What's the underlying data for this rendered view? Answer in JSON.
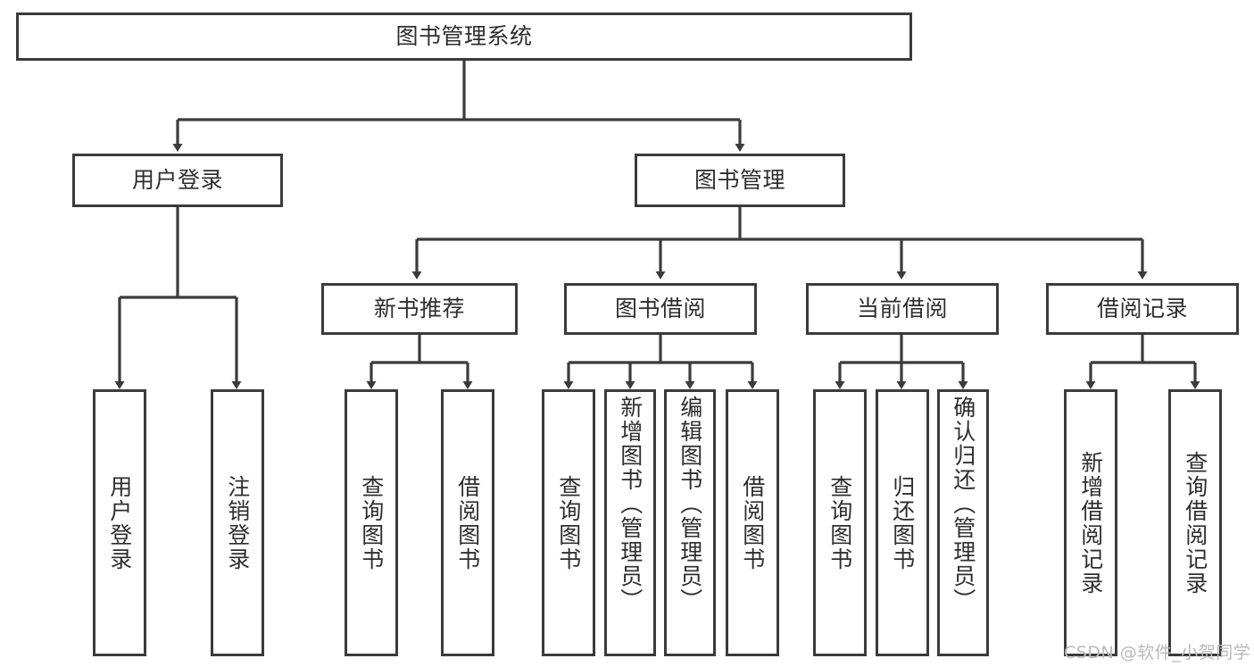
{
  "diagram": {
    "title": "图书管理系统",
    "type": "function-structure-tree",
    "line_color": "#3b3b3b",
    "text_color": "#2e2e2e",
    "background_color": "#ffffff",
    "root": {
      "label": "图书管理系统"
    },
    "level2": [
      {
        "label": "用户登录"
      },
      {
        "label": "图书管理"
      }
    ],
    "level3": [
      {
        "label": "新书推荐"
      },
      {
        "label": "图书借阅"
      },
      {
        "label": "当前借阅"
      },
      {
        "label": "借阅记录"
      }
    ],
    "leaves": {
      "user_login": [
        {
          "label": "用户登录"
        },
        {
          "label": "注销登录"
        }
      ],
      "new_book_recommend": [
        {
          "label": "查询图书"
        },
        {
          "label": "借阅图书"
        }
      ],
      "book_borrow": [
        {
          "label": "查询图书"
        },
        {
          "label": "新增图书（管理员）"
        },
        {
          "label": "编辑图书（管理员）"
        },
        {
          "label": "借阅图书"
        }
      ],
      "current_borrow": [
        {
          "label": "查询图书"
        },
        {
          "label": "归还图书"
        },
        {
          "label": "确认归还（管理员）"
        }
      ],
      "borrow_record": [
        {
          "label": "新增借阅记录"
        },
        {
          "label": "查询借阅记录"
        }
      ]
    }
  },
  "watermark": {
    "text": "CSDN @软件_小贺同学"
  }
}
